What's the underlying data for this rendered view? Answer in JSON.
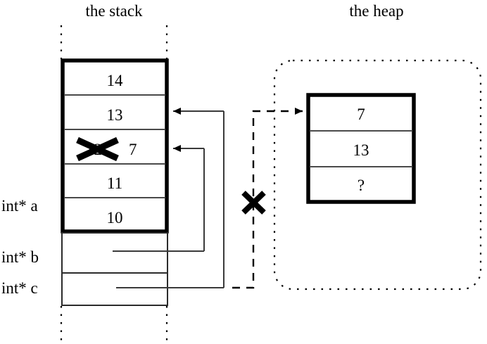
{
  "figure": {
    "kind": "memory-diagram",
    "stack_title": "the stack",
    "heap_title": "the heap"
  },
  "stack": {
    "title": "the stack",
    "cells": [
      {
        "value": "14",
        "struck": false
      },
      {
        "value": "13",
        "struck": false
      },
      {
        "value": "12",
        "struck": true,
        "replacement": "7"
      },
      {
        "value": "11",
        "struck": false
      },
      {
        "value": "10",
        "struck": false
      }
    ],
    "variables": [
      {
        "label": "int* a",
        "slot": "a"
      },
      {
        "label": "int* b",
        "slot": "b"
      },
      {
        "label": "int* c",
        "slot": "c"
      }
    ]
  },
  "heap": {
    "title": "the heap",
    "cells": [
      {
        "value": "7"
      },
      {
        "value": "13"
      },
      {
        "value": "?"
      }
    ]
  },
  "marks": {
    "struck_cell_x": "X",
    "broken_pointer_x": "X"
  },
  "pointers": [
    {
      "from": "int* b",
      "to": "stack cell 12/7",
      "style": "solid"
    },
    {
      "from": "int* c",
      "to": "stack cell 13",
      "style": "solid"
    },
    {
      "from": "int* a",
      "to": "heap cell 7",
      "style": "dashed",
      "broken": true
    }
  ],
  "colors": {
    "ink": "#000000",
    "thin_rule": "#4a4a4a",
    "background": "#ffffff"
  }
}
